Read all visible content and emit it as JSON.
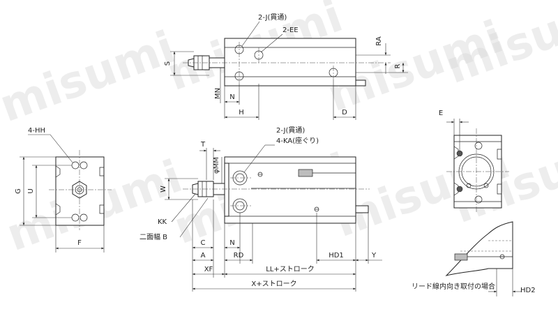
{
  "watermark": "misumi",
  "labels": {
    "j_through": "2-J(貫通)",
    "ee": "2-EE",
    "ra": "RA",
    "r": "R",
    "s": "S",
    "mn": "MN",
    "n": "N",
    "h": "H",
    "d": "D",
    "hh": "4-HH",
    "g": "G",
    "u": "U",
    "f": "F",
    "t": "T",
    "mm": "φMM",
    "w": "W",
    "kk": "KK",
    "two_flat": "二面幅 B",
    "c": "C",
    "a": "A",
    "xf": "XF",
    "rd": "RD",
    "hd1": "HD1",
    "y": "Y",
    "ll_stroke": "LL+ストローク",
    "x_stroke": "X+ストローク",
    "j_through_2": "2-J(貫通)",
    "ka_counterbore": "4-KA(座ぐり)",
    "e": "E",
    "lead_wire": "リード線内向き取付の場合",
    "hd2": "HD2"
  }
}
